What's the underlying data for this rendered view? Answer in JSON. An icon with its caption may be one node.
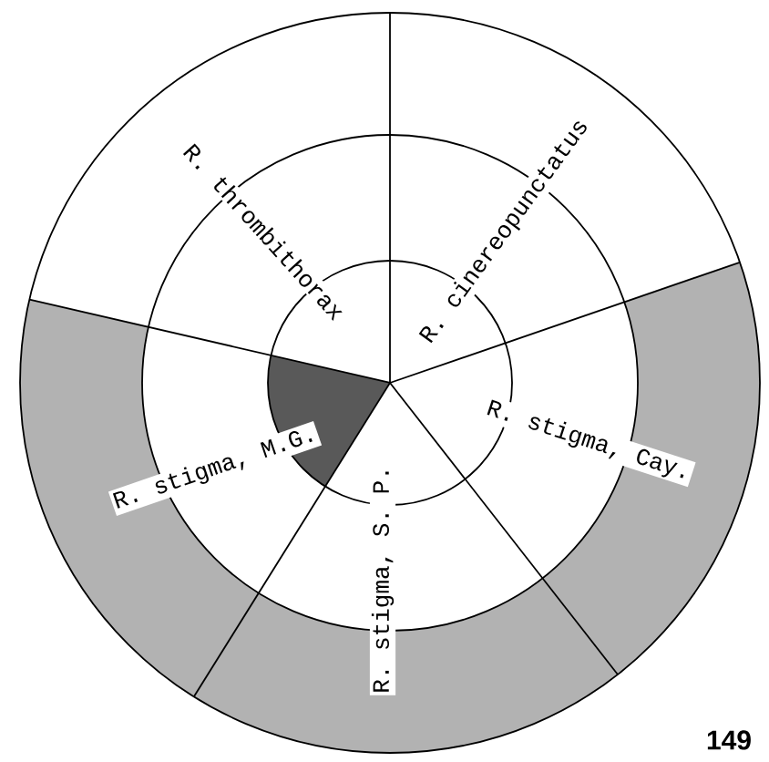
{
  "diagram": {
    "nodes": [
      {
        "text": [
          "R. thrombithorax"
        ]
      },
      {
        "text": [
          "R. cinereopunctatus"
        ]
      },
      {
        "text": [
          "R. stigma, M.G."
        ]
      },
      {
        "text": [
          "R. stigma, S. P."
        ]
      },
      {
        "text": [
          "R. stigma, Cay."
        ]
      }
    ],
    "labels": [
      "149"
    ]
  }
}
